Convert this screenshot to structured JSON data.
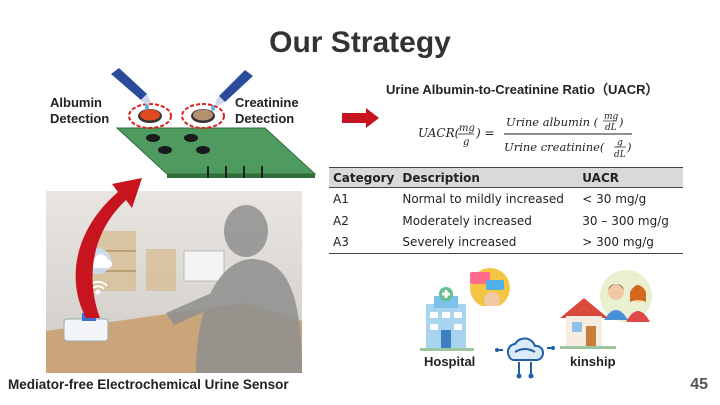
{
  "slide": {
    "title": "Our Strategy",
    "page_number": "45"
  },
  "sensor": {
    "albumin_label_line1": "Albumin",
    "albumin_label_line2": "Detection",
    "creatinine_label_line1": "Creatinine",
    "creatinine_label_line2": "Detection"
  },
  "formula": {
    "title": "Urine Albumin-to-Creatinine Ratio（UACR）",
    "lhs": "UACR(",
    "lhs_num": "mg",
    "lhs_den": "g",
    "lhs_close": ") =",
    "numerator": "Urine albumin (",
    "numerator_unit_num": "mg",
    "numerator_unit_den": "dL",
    "numerator_close": ")",
    "denominator": "Urine creatinine(",
    "denominator_unit_num": "g",
    "denominator_unit_den": "dL",
    "denominator_close": ")"
  },
  "table": {
    "headers": [
      "Category",
      "Description",
      "UACR"
    ],
    "rows": [
      [
        "A1",
        "Normal to mildly increased",
        "< 30 mg/g"
      ],
      [
        "A2",
        "Moderately increased",
        "30 – 300 mg/g"
      ],
      [
        "A3",
        "Severely increased",
        "> 300 mg/g"
      ]
    ]
  },
  "caption": "Mediator-free Electrochemical Urine Sensor",
  "icons": {
    "hospital_label": "Hospital",
    "kinship_label": "kinship"
  },
  "colors": {
    "arrow_red": "#c8141e",
    "chip_green": "#4f9a5f",
    "title_gray": "#333333"
  }
}
